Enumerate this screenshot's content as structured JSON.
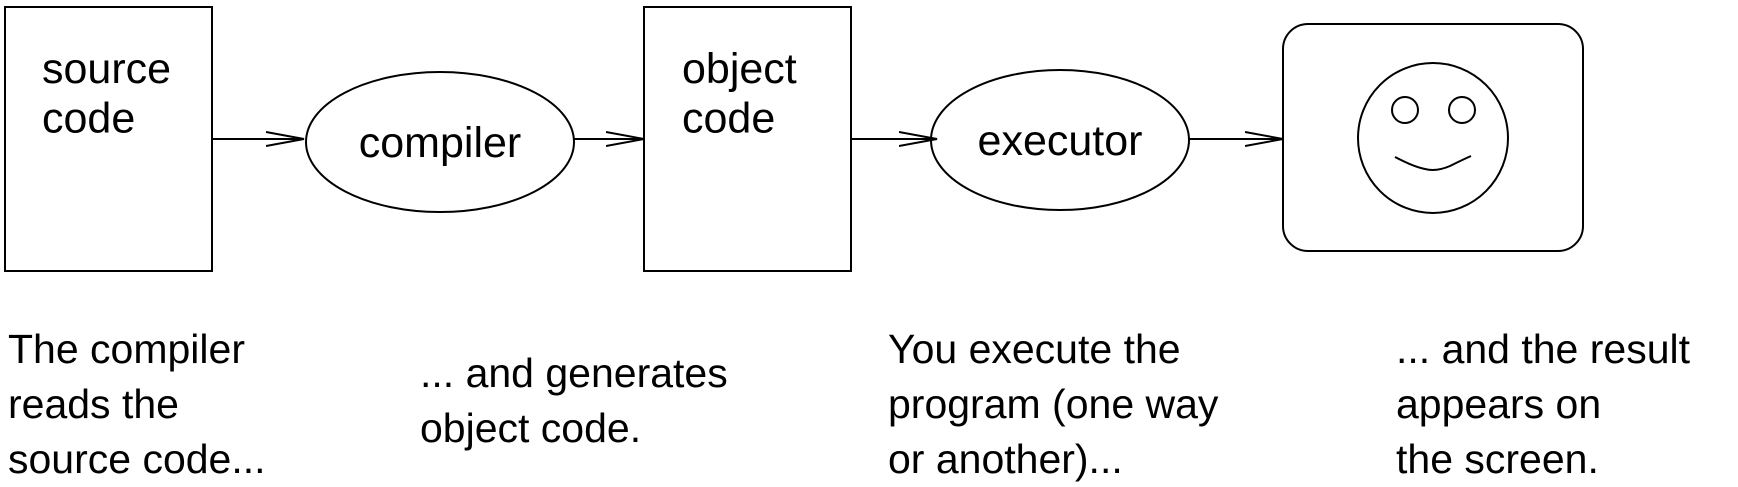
{
  "nodes": {
    "source": "source\ncode",
    "compiler": "compiler",
    "object": "object\ncode",
    "executor": "executor",
    "screen_icon": "smiley-face-icon"
  },
  "captions": {
    "caption1": "The compiler\nreads the\nsource code...",
    "caption2": "... and generates\nobject code.",
    "caption3": "You execute the\nprogram (one way\nor another)...",
    "caption4": "... and the result\nappears on\nthe screen."
  }
}
